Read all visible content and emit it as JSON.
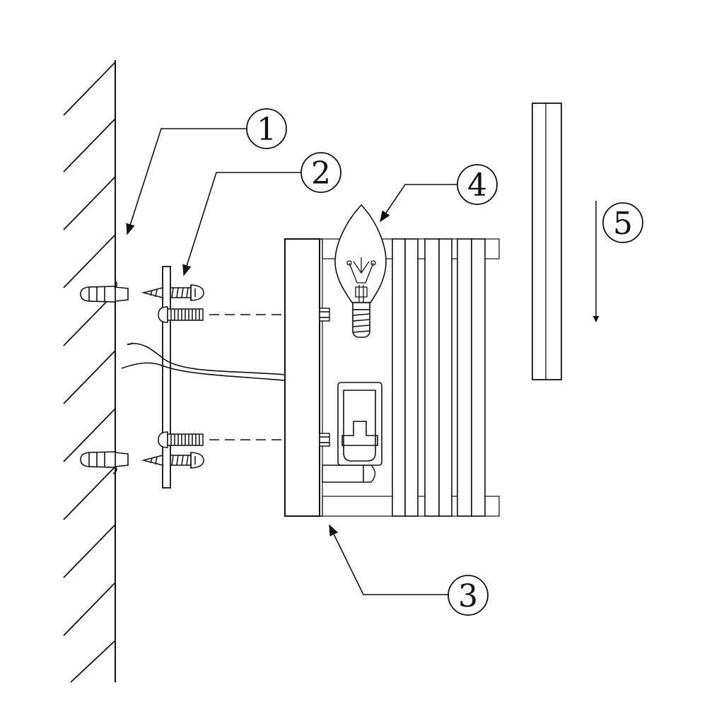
{
  "diagram": {
    "colors": {
      "stroke": "#111111",
      "background": "#ffffff"
    },
    "callouts": [
      {
        "id": "1",
        "label": "1",
        "part": "wall"
      },
      {
        "id": "2",
        "label": "2",
        "part": "mounting-plate"
      },
      {
        "id": "3",
        "label": "3",
        "part": "lamp-body"
      },
      {
        "id": "4",
        "label": "4",
        "part": "bulb"
      },
      {
        "id": "5",
        "label": "5",
        "part": "cover-panel"
      }
    ]
  }
}
